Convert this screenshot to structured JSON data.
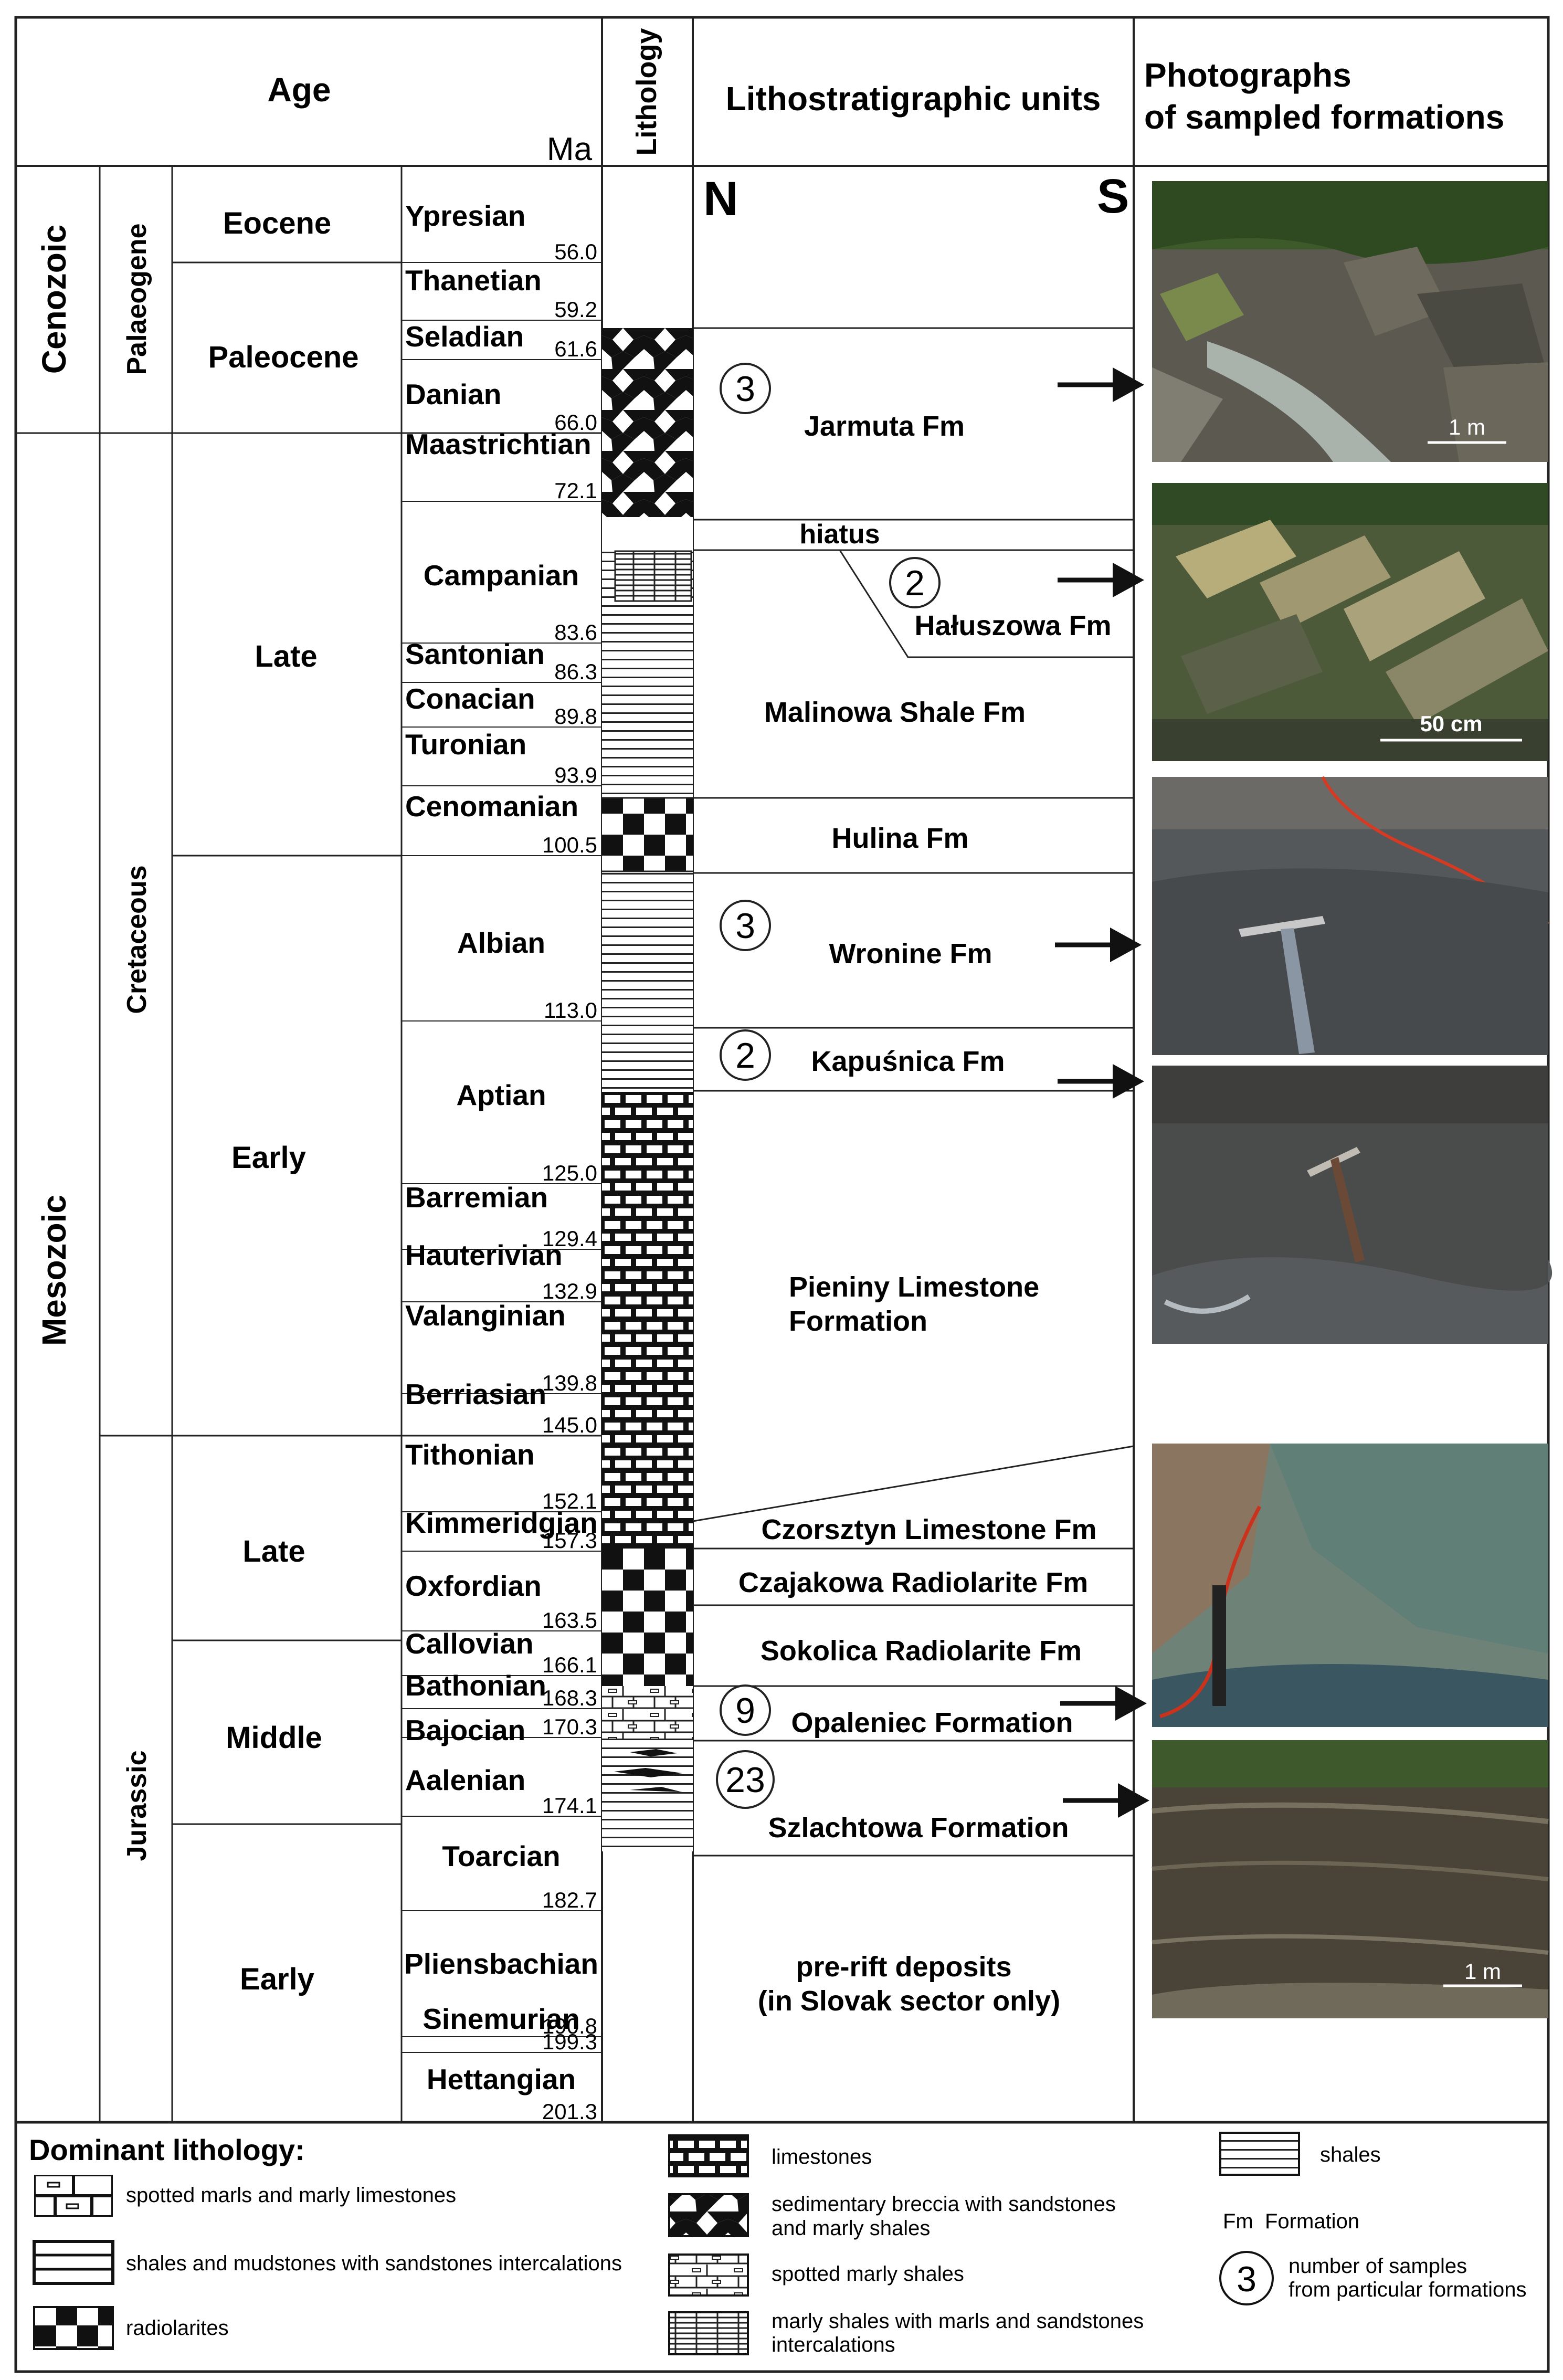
{
  "headers": {
    "age": "Age",
    "ma": "Ma",
    "lithology": "Lithology",
    "units": "Lithostratigraphic units",
    "photos_line1": "Photographs",
    "photos_line2": "of sampled formations",
    "north": "N",
    "south": "S"
  },
  "eras": [
    {
      "id": "cenozoic",
      "name": "Cenozoic"
    },
    {
      "id": "mesozoic",
      "name": "Mesozoic"
    }
  ],
  "periods": [
    {
      "id": "palaeogene",
      "name": "Palaeogene"
    },
    {
      "id": "cretaceous",
      "name": "Cretaceous"
    },
    {
      "id": "jurassic",
      "name": "Jurassic"
    }
  ],
  "epochs": [
    {
      "id": "eocene",
      "name": "Eocene"
    },
    {
      "id": "paleocene",
      "name": "Paleocene"
    },
    {
      "id": "late-cretaceous",
      "name": "Late"
    },
    {
      "id": "early-cretaceous",
      "name": "Early"
    },
    {
      "id": "late-jurassic",
      "name": "Late"
    },
    {
      "id": "middle-jurassic",
      "name": "Middle"
    },
    {
      "id": "early-jurassic",
      "name": "Early"
    }
  ],
  "stages": [
    {
      "name": "Ypresian",
      "ma": "56.0"
    },
    {
      "name": "Thanetian",
      "ma": "59.2"
    },
    {
      "name": "Seladian",
      "ma": "61.6"
    },
    {
      "name": "Danian",
      "ma": "66.0"
    },
    {
      "name": "Maastrichtian",
      "ma": "72.1"
    },
    {
      "name": "Campanian",
      "ma": "83.6"
    },
    {
      "name": "Santonian",
      "ma": "86.3"
    },
    {
      "name": "Conacian",
      "ma": "89.8"
    },
    {
      "name": "Turonian",
      "ma": "93.9"
    },
    {
      "name": "Cenomanian",
      "ma": "100.5"
    },
    {
      "name": "Albian",
      "ma": "113.0"
    },
    {
      "name": "Aptian",
      "ma": "125.0"
    },
    {
      "name": "Barremian",
      "ma": "129.4"
    },
    {
      "name": "Hauterivian",
      "ma": "132.9"
    },
    {
      "name": "Valanginian",
      "ma": "139.8"
    },
    {
      "name": "Berriasian",
      "ma": "145.0"
    },
    {
      "name": "Tithonian",
      "ma": "152.1"
    },
    {
      "name": "Kimmeridgian",
      "ma": "157.3"
    },
    {
      "name": "Oxfordian",
      "ma": "163.5"
    },
    {
      "name": "Callovian",
      "ma": "166.1"
    },
    {
      "name": "Bathonian",
      "ma": "168.3"
    },
    {
      "name": "Bajocian",
      "ma": "170.3"
    },
    {
      "name": "Aalenian",
      "ma": "174.1"
    },
    {
      "name": "Toarcian",
      "ma": "182.7"
    },
    {
      "name": "Pliensbachian",
      "ma": "190.8"
    },
    {
      "name": "Sinemurian",
      "ma": "199.3"
    },
    {
      "name": "Hettangian",
      "ma": "201.3"
    }
  ],
  "units": [
    {
      "id": "jarmuta",
      "name": "Jarmuta Fm",
      "samples": "3"
    },
    {
      "id": "hiatus",
      "name": "hiatus"
    },
    {
      "id": "haluszowa",
      "name": "Hałuszowa Fm",
      "samples": "2"
    },
    {
      "id": "malinowa",
      "name": "Malinowa Shale Fm"
    },
    {
      "id": "hulina",
      "name": "Hulina Fm"
    },
    {
      "id": "wronine",
      "name": "Wronine Fm",
      "samples": "3"
    },
    {
      "id": "kapusnica",
      "name": "Kapuśnica Fm",
      "samples": "2"
    },
    {
      "id": "pieniny",
      "name_line1": "Pieniny Limestone",
      "name_line2": "Formation"
    },
    {
      "id": "czorsztyn",
      "name": "Czorsztyn Limestone Fm"
    },
    {
      "id": "czajakowa",
      "name": "Czajakowa Radiolarite Fm"
    },
    {
      "id": "sokolica",
      "name": "Sokolica Radiolarite Fm"
    },
    {
      "id": "opaleniec",
      "name": "Opaleniec Formation",
      "samples": "9"
    },
    {
      "id": "szlachtowa",
      "name": "Szlachtowa Formation",
      "samples": "23"
    },
    {
      "id": "prerift",
      "name_line1": "pre-rift deposits",
      "name_line2": "(in Slovak sector only)"
    }
  ],
  "photo_scales": {
    "photo1": "1 m",
    "photo2": "50 cm",
    "photo6": "1 m"
  },
  "legend": {
    "title": "Dominant lithology:",
    "items": [
      {
        "id": "spotted-marls",
        "label": "spotted marls and marly limestones"
      },
      {
        "id": "shales-mudstones",
        "label": "shales and mudstones with sandstones intercalations"
      },
      {
        "id": "radiolarites",
        "label": "radiolarites"
      },
      {
        "id": "limestones",
        "label": "limestones"
      },
      {
        "id": "breccia",
        "label_line1": "sedimentary breccia with sandstones",
        "label_line2": "and marly shales"
      },
      {
        "id": "spotted-marly-shales",
        "label": "spotted marly shales"
      },
      {
        "id": "marly-shales",
        "label_line1": "marly shales with marls and sandstones",
        "label_line2": "intercalations"
      },
      {
        "id": "shales",
        "label": "shales"
      },
      {
        "id": "fm",
        "abbr": "Fm",
        "label": "Formation"
      },
      {
        "id": "samples",
        "number": "3",
        "label_line1": "number of samples",
        "label_line2": "from particular formations"
      }
    ]
  }
}
